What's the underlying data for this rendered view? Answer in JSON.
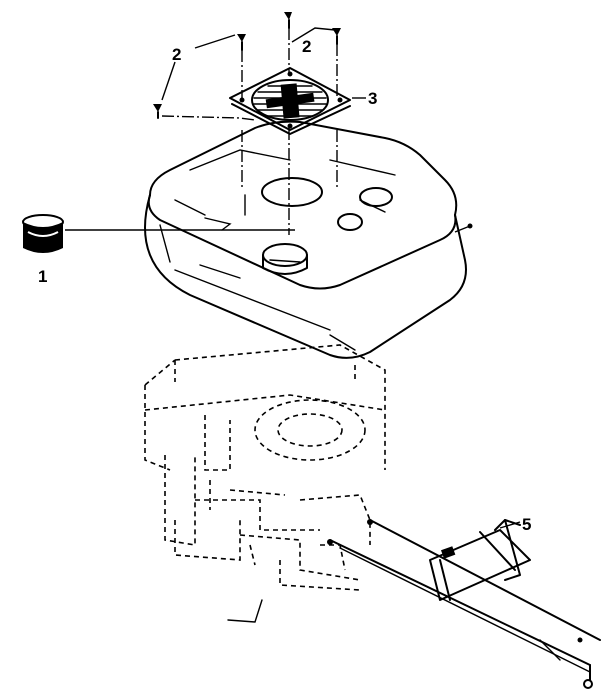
{
  "callouts": {
    "part_1": "1",
    "part_2_left": "2",
    "part_2_right": "2",
    "part_3": "3",
    "part_5": "5"
  },
  "colors": {
    "ink": "#000000",
    "background": "#ffffff"
  }
}
